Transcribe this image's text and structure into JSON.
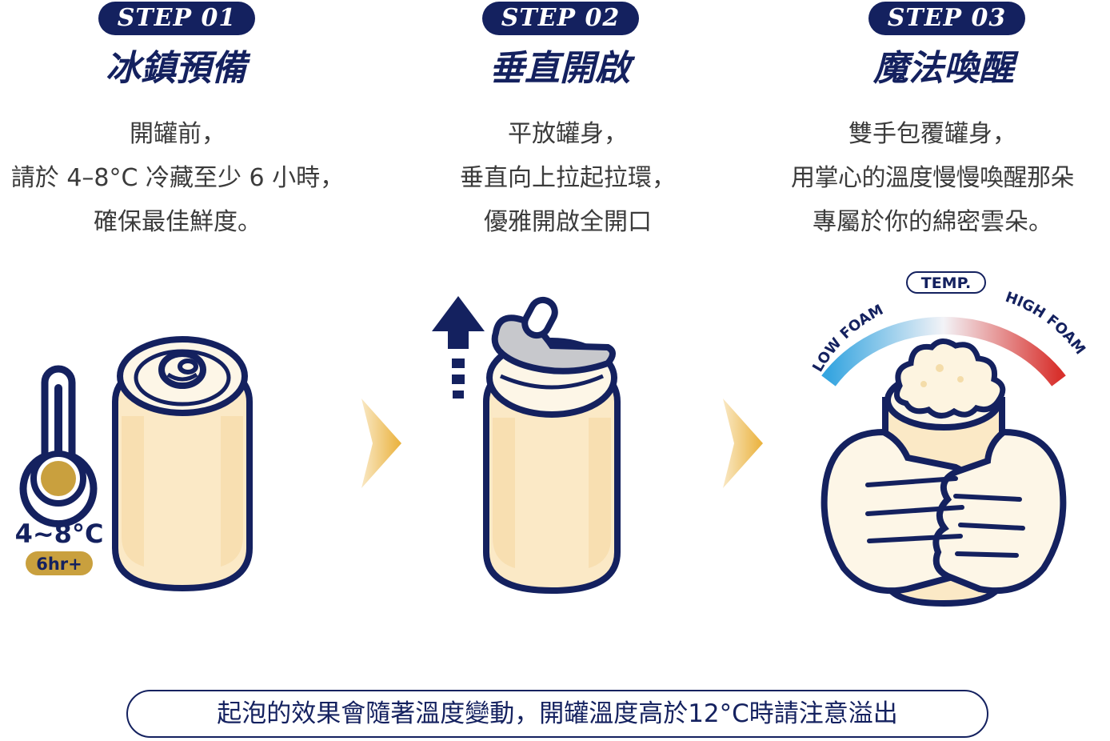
{
  "steps": [
    {
      "badge": "STEP 01",
      "title": "冰鎮預備",
      "lines": [
        "開罐前，",
        "請於 4–8°C 冷藏至少 6 小時，",
        "確保最佳鮮度。"
      ],
      "temp_label": "4~8°C",
      "time_label": "6hr+"
    },
    {
      "badge": "STEP 02",
      "title": "垂直開啟",
      "lines": [
        "平放罐身，",
        "垂直向上拉起拉環，",
        "優雅開啟全開口"
      ]
    },
    {
      "badge": "STEP 03",
      "title": "魔法喚醒",
      "lines": [
        "雙手包覆罐身，",
        "用掌心的溫度慢慢喚醒那朵",
        "專屬於你的綿密雲朵。"
      ],
      "temp_tag": "TEMP.",
      "low_label": "LOW FOAM",
      "high_label": "HIGH FOAM"
    }
  ],
  "notice": "起泡的效果會隨著溫度變動，開罐溫度高於12°C時請注意溢出",
  "colors": {
    "navy": "#14215f",
    "can_fill": "#fbe9c6",
    "can_top": "#fdf6e7",
    "gold": "#c9a03e",
    "arrow": "#eab13a",
    "cold": "#36a5e0",
    "hot": "#d8312d"
  }
}
